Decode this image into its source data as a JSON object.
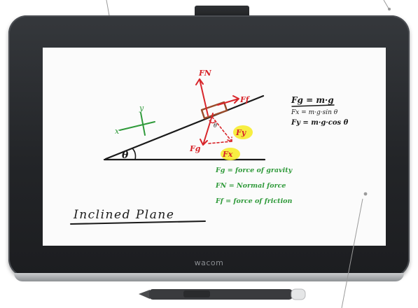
{
  "brand": "wacom",
  "drawing": {
    "title": "Inclined Plane",
    "angle_symbol": "θ",
    "angle_symbol_small": "θ",
    "axis_x": "x",
    "axis_y": "y",
    "force_labels": {
      "normal": "FN",
      "friction": "Ff",
      "gravity": "Fg",
      "gravity_x": "Fx",
      "gravity_y": "Fy"
    },
    "equations": {
      "eq1": "Fg = m·g",
      "eq2": "Fx = m·g·sin θ",
      "eq3": "Fy = m·g·cos θ"
    },
    "legend": {
      "line1": "Fg = force of gravity",
      "line2": "FN = Normal force",
      "line3": "Ff = force of friction"
    }
  },
  "colors": {
    "ink_black": "#1a1a1a",
    "ink_red": "#d8262b",
    "ink_green": "#2f9a3a",
    "highlight_yellow": "#f6ec2e",
    "block_brown": "#9a4b2a"
  }
}
